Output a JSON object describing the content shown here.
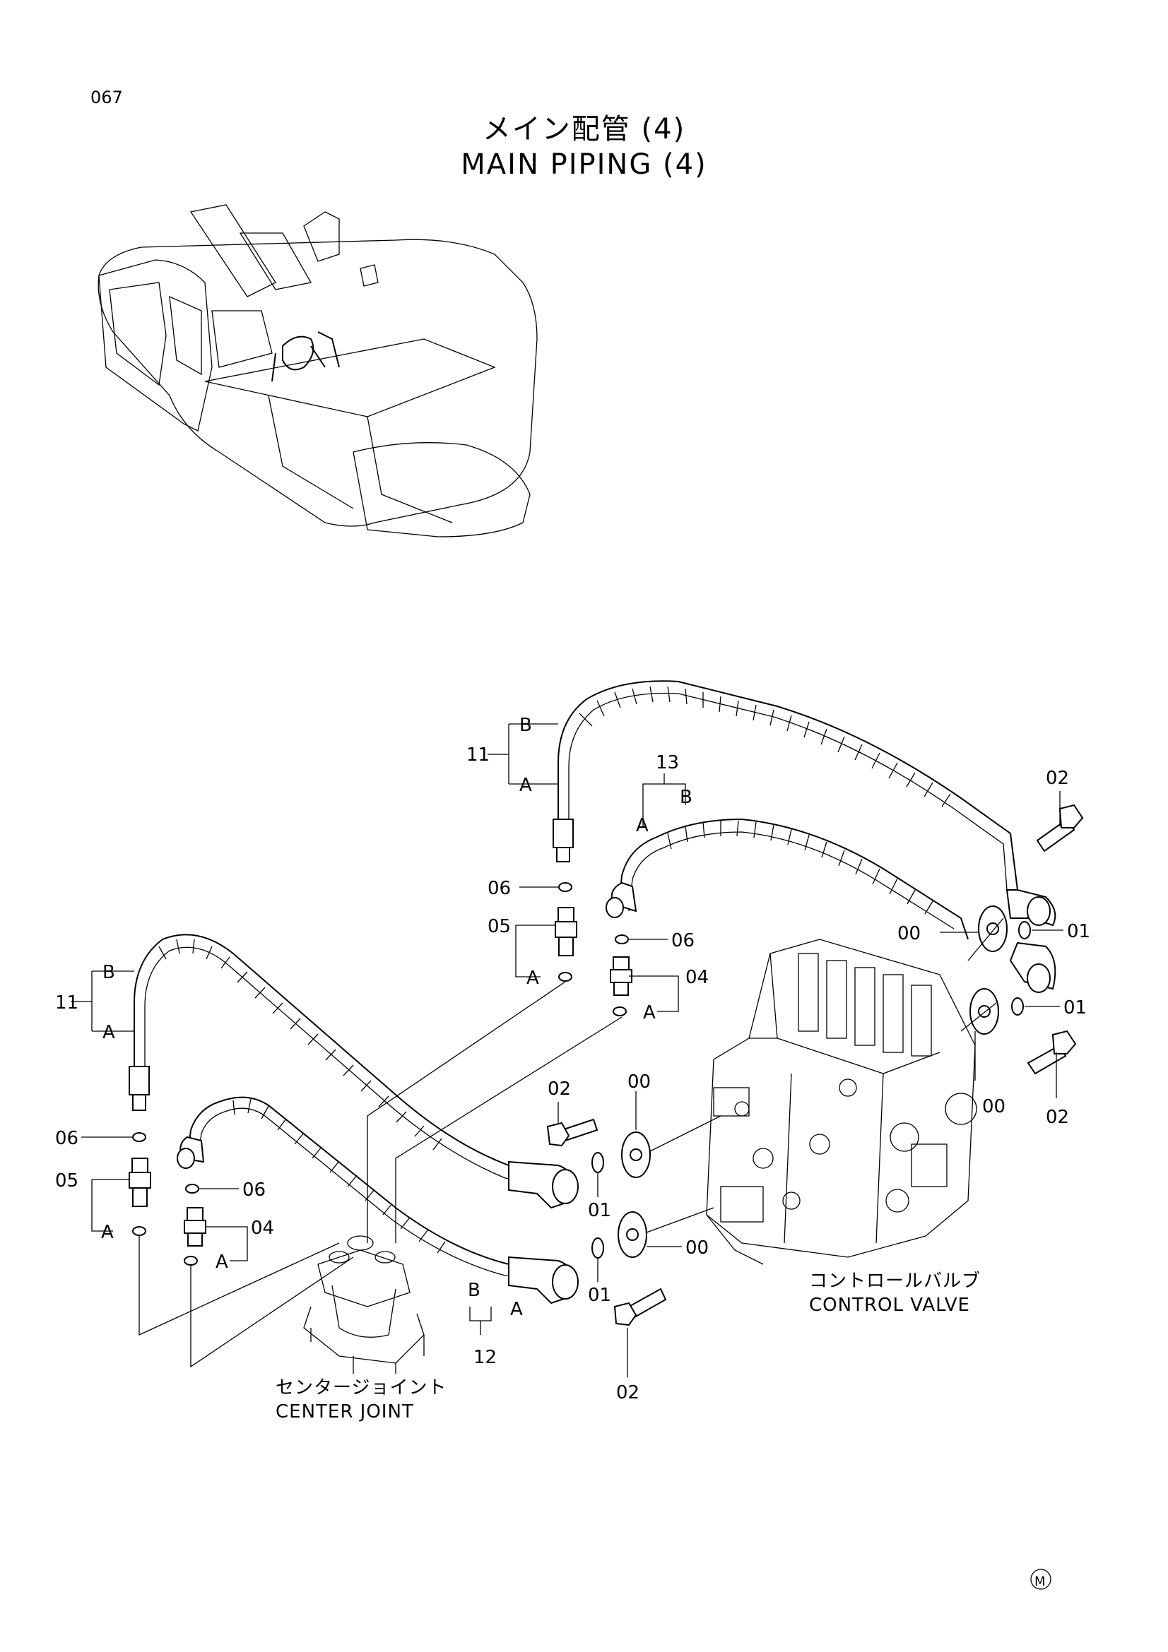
{
  "page": {
    "number": "067",
    "title_jp": "メイン配管 (4)",
    "title_en": "MAIN PIPING (4)",
    "footer_mark": "M"
  },
  "components": {
    "center_joint": {
      "jp": "センタージョイント",
      "en": "CENTER JOINT"
    },
    "control_valve": {
      "jp": "コントロールバルブ",
      "en": "CONTROL VALVE"
    }
  },
  "callouts": {
    "c11_upper": "11",
    "c11_lower": "11",
    "c12": "12",
    "c13": "13",
    "c00_a": "00",
    "c00_b": "00",
    "c00_c": "00",
    "c00_d": "00",
    "c01_a": "01",
    "c01_b": "01",
    "c01_c": "01",
    "c01_d": "01",
    "c02_a": "02",
    "c02_b": "02",
    "c02_c": "02",
    "c02_d": "02",
    "c04_a": "04",
    "c04_b": "04",
    "c05_a": "05",
    "c05_b": "05",
    "c06_a": "06",
    "c06_b": "06",
    "c06_c": "06",
    "c06_d": "06"
  },
  "ends": {
    "A": "A",
    "B": "B"
  }
}
